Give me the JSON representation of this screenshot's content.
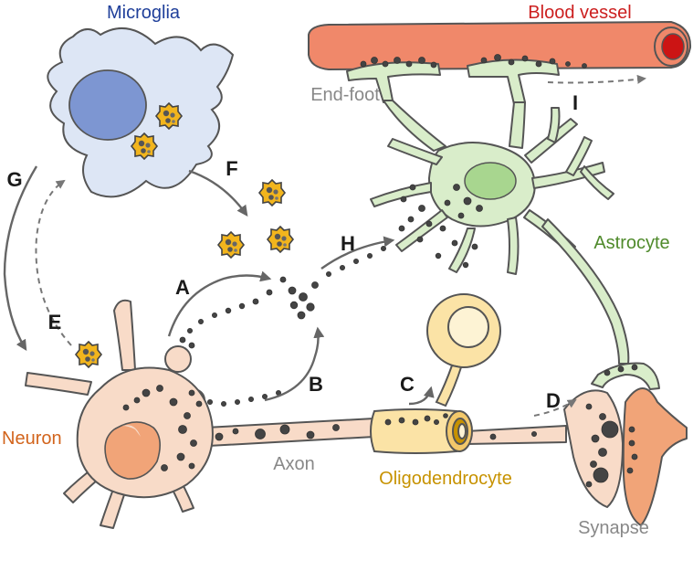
{
  "labels": {
    "microglia": "Microglia",
    "blood_vessel": "Blood vessel",
    "end_foot": "End-foot",
    "astrocyte": "Astrocyte",
    "neuron": "Neuron",
    "axon": "Axon",
    "oligodendrocyte": "Oligodendrocyte",
    "synapse": "Synapse"
  },
  "letters": {
    "a": "A",
    "b": "B",
    "c": "C",
    "d": "D",
    "e": "E",
    "f": "F",
    "g": "G",
    "h": "H",
    "i": "I"
  },
  "colors": {
    "microglia_text": "#1f3f9a",
    "blood_vessel_text": "#cc1f1f",
    "astrocyte_text": "#4f8a2b",
    "neuron_text": "#d2641c",
    "oligodendrocyte_text": "#c79200",
    "grey_text": "#888888"
  }
}
